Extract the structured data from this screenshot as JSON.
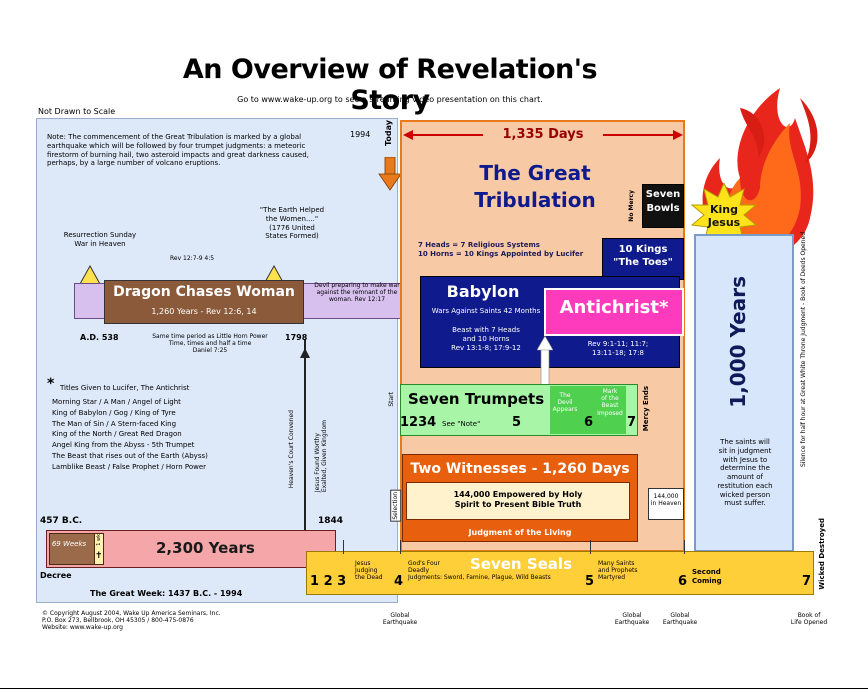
{
  "header": {
    "title": "An Overview of Revelation's Story",
    "subtitle": "Go to www.wake-up.org to see a streaming video presentation on this chart.",
    "not_to_scale": "Not Drawn to Scale"
  },
  "note": "Note: The commencement of the Great Tribulation is marked by a global earthquake which will be followed by four trumpet judgments: a meteoric firestorm of burning hail, two asteroid impacts and great darkness caused, perhaps, by a large number of volcano eruptions.",
  "dates": {
    "y1994": "1994",
    "y1798": "1798",
    "ad538": "A.D. 538",
    "bc457": "457 B.C.",
    "y1844": "1844",
    "decree": "Decree",
    "great_week": "The Great Week: 1437 B.C. - 1994"
  },
  "left_panel": {
    "resurrection": "Resurrection Sunday\nWar in Heaven",
    "rev_ref": "Rev 12:7-9 4:5",
    "earth_helped": "\"The Earth Helped\nthe Women....\"\n(1776 United\nStates Formed)",
    "dragon_title": "Dragon Chases Woman",
    "dragon_sub": "1,260 Years - Rev 12:6, 14",
    "devil_text": "Devil preparing to make war\nagainst the remnant of the\nwoman. Rev 12:17",
    "little_horn": "Same time period as Little Horn Power\nTime, times and half a time\nDaniel 7:25",
    "heavens_court": "Heaven's Court Convened",
    "jesus_found": "Jesus Found Worthy\nExalted, Given Kingdom",
    "titles_star": "*",
    "titles_heading": "Titles Given to Lucifer, The Antichrist",
    "titles": [
      "Morning Star / A Man / Angel of Light",
      "King of Babylon / Gog / King of Tyre",
      "The Man of Sin / A Stern-faced King",
      "King of the North / Great Red Dragon",
      "Angel King from the Abyss - 5th Trumpet",
      "The Beast that rises out of the Earth (Abyss)",
      "Lamblike Beast / False Prophet / Horn Power"
    ],
    "weeks69": "69 Weeks",
    "weeks1": "1 wk",
    "cross": "✝",
    "years2300": "2,300 Years"
  },
  "today": "Today",
  "days1335": "1,335 Days",
  "tribulation": {
    "title": "The Great\nTribulation",
    "no_mercy": "No Mercy",
    "seven_bowls": "Seven\nBowls",
    "king_jesus": "King\nJesus",
    "heads_horns": "7 Heads = 7 Religious Systems\n10 Horns = 10 Kings Appointed by Lucifer",
    "ten_kings": "10 Kings\n\"The Toes\"",
    "babylon_title": "Babylon",
    "babylon_sub": "Wars Against Saints 42 Months",
    "babylon_beast": "Beast with 7 Heads\nand 10 Horns\nRev 13:1-8; 17:9-12",
    "antichrist": "Antichrist*",
    "antichrist_refs": "Rev 9:1-11; 11:7;\n13:11-18; 17:8",
    "start": "Start",
    "seven_trumpets": "Seven Trumpets",
    "trumpet_nums": "1234",
    "see_note": "See \"Note\"",
    "t5": "5",
    "t6": "6",
    "t7": "7",
    "devil_appears": "The\nDevil\nAppears",
    "mark_beast": "Mark\nof the\nBeast\nImposed",
    "mercy_ends": "Mercy Ends",
    "two_witnesses": "Two Witnesses - 1,260 Days",
    "selection": "Selection",
    "sealed144": "144,000 Empowered by Holy\nSpirit to Present Bible Truth",
    "in_heaven": "144,000\nin Heaven",
    "judgment": "Judgment of the Living"
  },
  "millennium": {
    "title": "1,000 Years",
    "saints": "The saints will\nsit in judgment\nwith Jesus to\ndetermine the\namount of\nrestitution each\nwicked person\nmust suffer.",
    "silence": "Silence for half hour at Great White Throne Judgment - Book of Deeds Opened",
    "wicked": "Wicked Destroyed"
  },
  "seals": {
    "title": "Seven Seals",
    "n123": "1 2 3",
    "jesus_judging": "Jesus\nJudging\nthe Dead",
    "n4": "4",
    "gods_four": "God's Four\nDeadly\nJudgments: Sword, Famine, Plague, Wild Beasts",
    "n5": "5",
    "many_saints": "Many Saints\nand Prophets\nMartyred",
    "n6": "6",
    "second_coming": "Second\nComing",
    "n7": "7"
  },
  "bottom": {
    "global1": "Global\nEarthquake",
    "global2": "Global\nEarthquake",
    "global3": "Global\nEarthquake",
    "book_life": "Book of\nLife Opened",
    "copyright": "© Copyright August 2004, Wake Up America Seminars, Inc.\nP.O. Box 273, Bellbrook, OH 45305 / 800-475-0876\nWebsite: www.wake-up.org"
  },
  "colors": {
    "left_bg": "#dde8f8",
    "peach": "#f7c9a4",
    "orange_border": "#e87a1c",
    "navy": "#0f1a8c",
    "magenta": "#ff3bbd",
    "green": "#a8f5a8",
    "brown": "#8a5a3a",
    "lavender": "#d8c0ee",
    "pink_bar": "#f5a6a8",
    "yellow": "#ffcf3a",
    "millennium_bg": "#d8e6fb"
  }
}
